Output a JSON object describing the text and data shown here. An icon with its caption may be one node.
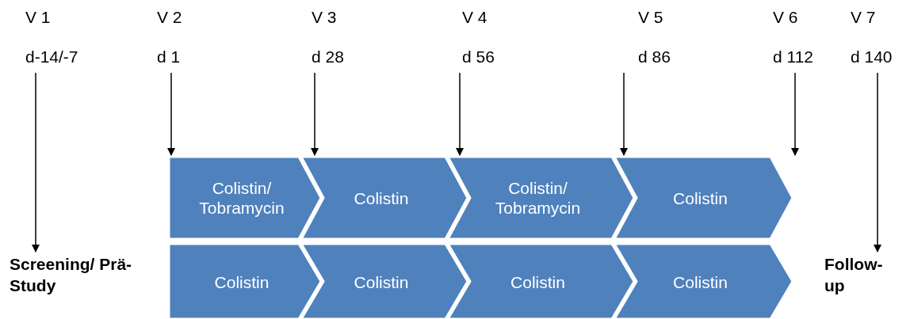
{
  "diagram": {
    "nodes": [
      {
        "text": [
          "V 1",
          "d-14/-7"
        ]
      },
      {
        "text": [
          "V 2",
          "d 1"
        ]
      },
      {
        "text": [
          "V 3",
          "d 28"
        ]
      },
      {
        "text": [
          "V 4",
          "d 56"
        ]
      },
      {
        "text": [
          "V 5",
          "d 86"
        ]
      },
      {
        "text": [
          "V 6",
          "d 112"
        ]
      },
      {
        "text": [
          "V 7",
          "d 140"
        ]
      },
      {
        "text": [
          "Screening/ Prä-Study"
        ]
      },
      {
        "text": [
          "Colistin/ Tobramycin"
        ]
      },
      {
        "text": [
          "Colistin"
        ]
      },
      {
        "text": [
          "Colistin/ Tobramycin"
        ]
      },
      {
        "text": [
          "Colistin"
        ]
      },
      {
        "text": [
          "Colistin"
        ]
      },
      {
        "text": [
          "Colistin"
        ]
      },
      {
        "text": [
          "Colistin"
        ]
      },
      {
        "text": [
          "Colistin"
        ]
      },
      {
        "text": [
          "Follow-up"
        ]
      }
    ],
    "edges": [
      {
        "from": 0,
        "to": 7,
        "arrow": "to"
      },
      {
        "from": 1,
        "to": 8,
        "arrow": "to"
      },
      {
        "from": 2,
        "to": 9,
        "arrow": "to"
      },
      {
        "from": 3,
        "to": 10,
        "arrow": "to"
      },
      {
        "from": 4,
        "to": 11,
        "arrow": "to"
      },
      {
        "from": 5,
        "to": 11,
        "arrow": "to"
      },
      {
        "from": 6,
        "to": 16,
        "arrow": "to"
      }
    ]
  }
}
